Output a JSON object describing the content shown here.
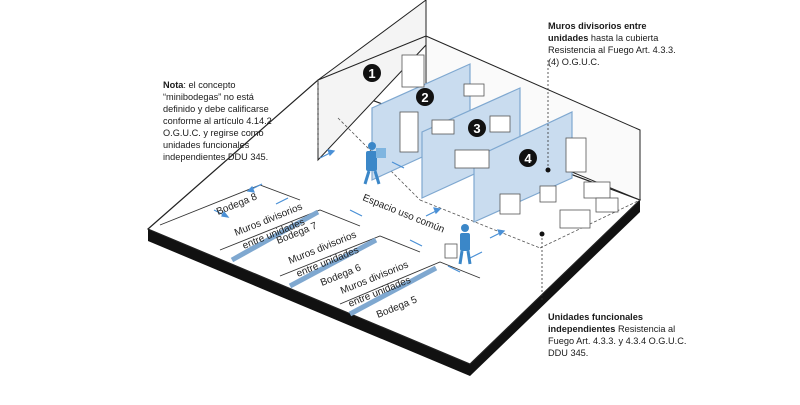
{
  "notes": {
    "left": {
      "bold": "Nota",
      "text": ": el concepto “minibodegas” no está definido y debe calificarse conforme al artículo 4.14.2 O.G.U.C. y regirse como unidades funcionales independientes DDU 345."
    },
    "top_right": {
      "bold": "Muros divisorios entre unidades",
      "text": " hasta la cubierta Resistencia al Fuego Art. 4.3.3. (4) O.G.U.C."
    },
    "bottom_right": {
      "bold": "Unidades funcionales independientes",
      "text": " Resistencia al Fuego Art. 4.3.3. y 4.3.4 O.G.U.C. DDU 345."
    }
  },
  "unit_numbers": [
    "1",
    "2",
    "3",
    "4"
  ],
  "floor_labels": {
    "common_space": "Espacio uso común",
    "bodega_8": "Bodega 8",
    "bodega_7": "Bodega 7",
    "bodega_6": "Bodega 6",
    "bodega_5": "Bodega 5",
    "wall_line1": "Muros divisorios",
    "wall_line2": "entre unidades"
  },
  "colors": {
    "partition_blue": "#7fa8d0",
    "partition_fill": "#c9dcef",
    "person_blue": "#3b87c8",
    "arrow_blue": "#4a90d6",
    "slab_black": "#111111"
  }
}
